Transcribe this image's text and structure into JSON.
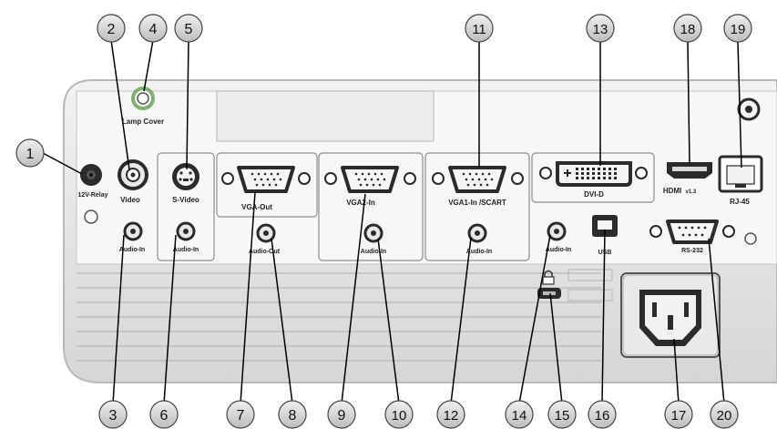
{
  "panel_labels": {
    "lamp_cover": "Lamp Cover",
    "relay": "12V-Relay",
    "video": "Video",
    "svideo": "S-Video",
    "audio_in": "Audio-In",
    "audio_out": "Audio-Out",
    "vga_out": "VGA-Out",
    "vga2_in": "VGA2-In",
    "vga1_in": "VGA1-In /SCART",
    "dvi": "DVI-D",
    "hdmi": "HDMI",
    "hdmi_ver": "v1.3",
    "rj45": "RJ-45",
    "usb": "USB",
    "rs232": "RS-232"
  },
  "callouts": [
    "1",
    "2",
    "3",
    "4",
    "5",
    "6",
    "7",
    "8",
    "9",
    "10",
    "11",
    "12",
    "13",
    "14",
    "15",
    "16",
    "17",
    "18",
    "19",
    "20"
  ],
  "colors": {
    "panel": "#e6e6e6",
    "panel_edge": "#c9c9c9",
    "port_dark": "#2b2b2b",
    "callout_fill": "#d9d9d9",
    "callout_stroke": "#444444",
    "lamp_ring": "#7bb36a"
  }
}
